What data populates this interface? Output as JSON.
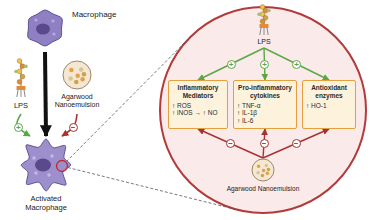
{
  "diagram": {
    "nodes": [
      {
        "text": [
          "Macrophage"
        ]
      },
      {
        "text": [
          "LPS"
        ]
      },
      {
        "text": [
          "Agarwood Nanoemulsion"
        ]
      },
      {
        "text": [
          "Activated Macrophage"
        ]
      },
      {
        "text": [
          "LPS"
        ]
      },
      {
        "text": [
          "Inflammatory Mediators",
          "↑ ROS",
          "↑ iNOS → ↑ NO"
        ]
      },
      {
        "text": [
          "Pro-inflammatory cytokines",
          "↑ TNF-α",
          "↑ IL-1β",
          "↑ IL-6"
        ]
      },
      {
        "text": [
          "Antioxidant enzymes",
          "↑ HO-1"
        ]
      },
      {
        "text": [
          "Agarwood Nanoemulsion"
        ]
      }
    ],
    "edges": [
      {
        "from": 0,
        "to": 3,
        "arrow": "to"
      },
      {
        "from": 1,
        "to": 3,
        "label": "+",
        "arrow": "to"
      },
      {
        "from": 2,
        "to": 3,
        "label": "−",
        "arrow": "to"
      },
      {
        "from": 4,
        "to": 5,
        "label": "+",
        "arrow": "to"
      },
      {
        "from": 4,
        "to": 6,
        "label": "+",
        "arrow": "to"
      },
      {
        "from": 4,
        "to": 7,
        "label": "+",
        "arrow": "to"
      },
      {
        "from": 8,
        "to": 5,
        "label": "−",
        "arrow": "to"
      },
      {
        "from": 8,
        "to": 6,
        "label": "−",
        "arrow": "to"
      },
      {
        "from": 8,
        "to": 7,
        "label": "−",
        "arrow": "to"
      }
    ]
  }
}
